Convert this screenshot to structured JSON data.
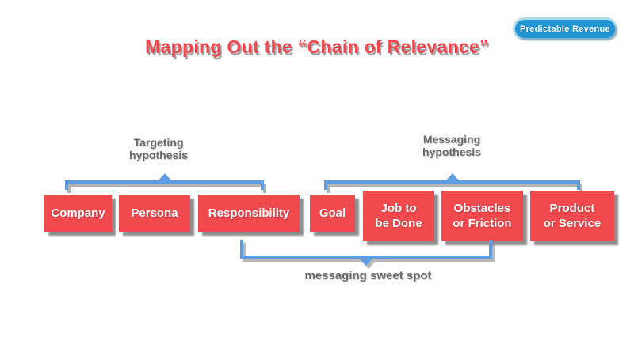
{
  "title": "Mapping Out the “Chain of Relevance”",
  "badge": {
    "label": "Predictable Revenue"
  },
  "labels": {
    "left_group": "Targeting\nhypothesis",
    "right_group": "Messaging\nhypothesis",
    "bottom": "messaging sweet spot"
  },
  "boxes": [
    {
      "label": "Company"
    },
    {
      "label": "Persona"
    },
    {
      "label": "Responsibility"
    },
    {
      "label": "Goal"
    },
    {
      "label": "Job to\nbe Done"
    },
    {
      "label": "Obstacles\nor Friction"
    },
    {
      "label": "Product\nor Service"
    }
  ],
  "colors": {
    "box_red": "#f0494e",
    "title_red": "#f3464e",
    "bracket_blue": "#5e9de2",
    "badge_blue": "#2095d2",
    "annotation_gray": "#6a6a6a"
  }
}
